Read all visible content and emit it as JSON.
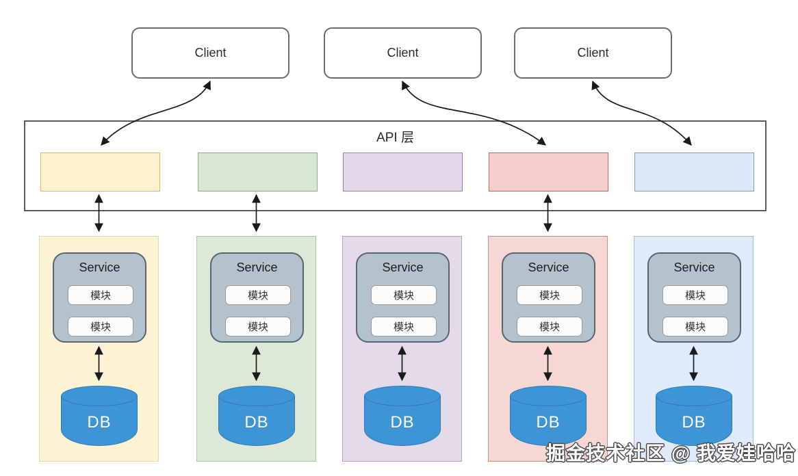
{
  "clients": [
    {
      "label": "Client"
    },
    {
      "label": "Client"
    },
    {
      "label": "Client"
    }
  ],
  "api_layer": {
    "label": "API 层"
  },
  "lanes": [
    {
      "id": "yellow",
      "api_box_fill": "#fdf2cd",
      "api_box_stroke": "#d2ba62",
      "column_fill": "#fcf3d5",
      "column_stroke": "#e7d9a7",
      "api_to_lane_arrow": true,
      "service": {
        "label": "Service",
        "modules": [
          "模块",
          "模块"
        ]
      },
      "db": {
        "label": "DB"
      }
    },
    {
      "id": "green",
      "api_box_fill": "#d9e8d3",
      "api_box_stroke": "#8cae7e",
      "column_fill": "#dde9d6",
      "column_stroke": "#aec6a2",
      "api_to_lane_arrow": true,
      "service": {
        "label": "Service",
        "modules": [
          "模块",
          "模块"
        ]
      },
      "db": {
        "label": "DB"
      }
    },
    {
      "id": "purple",
      "api_box_fill": "#e2d7e8",
      "api_box_stroke": "#9a7fab",
      "column_fill": "#e4dae9",
      "column_stroke": "#b5a0c2",
      "api_to_lane_arrow": false,
      "service": {
        "label": "Service",
        "modules": [
          "模块",
          "模块"
        ]
      },
      "db": {
        "label": "DB"
      }
    },
    {
      "id": "red",
      "api_box_fill": "#f5cfcb",
      "api_box_stroke": "#bd6460",
      "column_fill": "#f6d7d3",
      "column_stroke": "#cd8b86",
      "api_to_lane_arrow": true,
      "service": {
        "label": "Service",
        "modules": [
          "模块",
          "模块"
        ]
      },
      "db": {
        "label": "DB"
      }
    },
    {
      "id": "blue",
      "api_box_fill": "#dbe8fa",
      "api_box_stroke": "#7d9cc9",
      "column_fill": "#dfeafa",
      "column_stroke": "#a3bbdd",
      "api_to_lane_arrow": false,
      "service": {
        "label": "Service",
        "modules": [
          "模块",
          "模块"
        ]
      },
      "db": {
        "label": "DB"
      }
    }
  ],
  "palette": {
    "service_fill": "#b4c2cd",
    "service_stroke": "#56656f",
    "module_fill": "#fbfbfb",
    "module_stroke": "#9a9a9a",
    "db_fill": "#3e95d5",
    "db_stroke": "#2a7ab8",
    "line_color": "#1a1a1a"
  },
  "watermark": "掘金技术社区 @ 我爱娃哈哈"
}
